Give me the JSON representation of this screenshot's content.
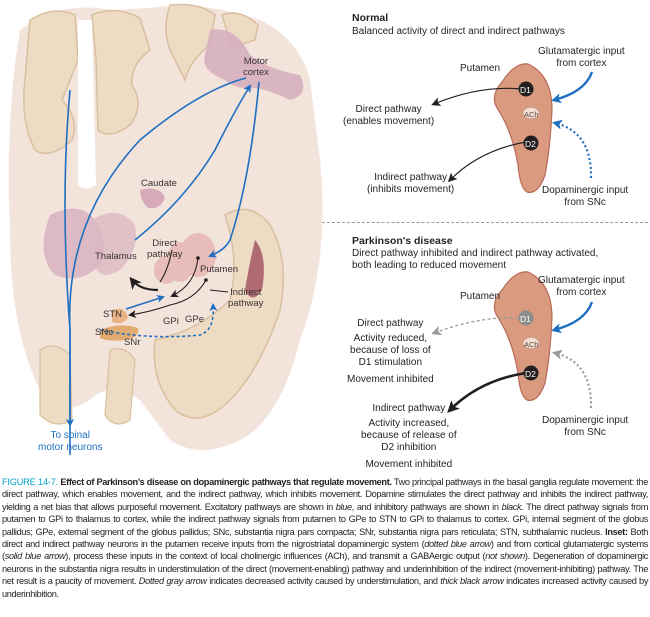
{
  "brain": {
    "labels": {
      "motor_cortex": [
        "Motor",
        "cortex"
      ],
      "caudate": "Caudate",
      "thalamus": "Thalamus",
      "direct_pathway": [
        "Direct",
        "pathway"
      ],
      "putamen": "Putamen",
      "indirect_pathway": [
        "Indirect",
        "pathway"
      ],
      "stn": "STN",
      "gpi": "GPi",
      "gpe": "GPe",
      "snc": "SNc",
      "snr": "SNr",
      "spinal": [
        "To spinal",
        "motor neurons"
      ]
    }
  },
  "inset": {
    "normal": {
      "title": "Normal",
      "subtitle": "Balanced activity of direct and indirect pathways",
      "putamen": "Putamen",
      "d1": "D1",
      "d2": "D2",
      "ach": "ACh",
      "glutamatergic": [
        "Glutamatergic input",
        "from cortex"
      ],
      "dopaminergic": [
        "Dopaminergic input",
        "from SNc"
      ],
      "direct": [
        "Direct pathway",
        "(enables movement)"
      ],
      "indirect": [
        "Indirect pathway",
        "(inhibits movement)"
      ]
    },
    "parkinsons": {
      "title": "Parkinson's disease",
      "subtitle": [
        "Direct pathway inhibited and indirect pathway activated,",
        "both leading to reduced movement"
      ],
      "putamen": "Putamen",
      "d1": "D1",
      "d2": "D2",
      "ach": "ACh",
      "glutamatergic": [
        "Glutamatergic input",
        "from cortex"
      ],
      "dopaminergic": [
        "Dopaminergic input",
        "from SNc"
      ],
      "direct_title": "Direct pathway",
      "direct_detail": [
        "Activity reduced,",
        "because of loss of",
        "D1 stimulation"
      ],
      "direct_result": "Movement inhibited",
      "indirect_title": "Indirect pathway",
      "indirect_detail": [
        "Activity increased,",
        "because of release of",
        "D2 inhibition"
      ],
      "indirect_result": "Movement inhibited"
    }
  },
  "caption": {
    "figure_label": "FIGURE 14-7.",
    "title": "Effect of Parkinson’s disease on dopaminergic pathways that regulate movement.",
    "p1": "Two principal pathways in the basal ganglia regulate movement: the direct pathway, which enables movement, and the indirect pathway, which inhibits movement. Dopamine stimulates the direct pathway and inhibits the indirect pathway, yielding a net bias that allows purposeful movement. Excitatory pathways are shown in",
    "blue": "blue",
    "p2": ", and inhibitory pathways are shown in",
    "black": "black.",
    "p3": "The direct pathway signals from putamen to GPi to thalamus to cortex, while the indirect pathway signals from putamen to GPe to STN to GPi to thalamus to cortex. GPi, internal segment of the globus pallidus; GPe, external segment of the globus pallidus; SNc, substantia nigra pars compacta; SNr, substantia nigra pars reticulata; STN, subthalamic nucleus.",
    "inset_label": "Inset:",
    "p4": "Both direct and indirect pathway neurons in the putamen receive inputs from the nigrostriatal dopaminergic system (",
    "dotted_blue": "dotted blue arrow",
    "p5": ") and from cortical glutamatergic systems (",
    "solid_blue": "solid blue arrow",
    "p6": "), process these inputs in the context of local cholinergic influences (ACh), and transmit a GABAergic output (",
    "not_shown": "not shown",
    "p7": "). Degeneration of dopaminergic neurons in the substantia nigra results in understimulation of the direct (movement-enabling) pathway and underinhibition of the indirect (movement-inhibiting) pathway. The net result is a paucity of movement.",
    "dotted_gray": "Dotted gray arrow",
    "p8": "indicates decreased activity caused by understimulation, and",
    "thick_black": "thick black arrow",
    "p9": "indicates increased activity caused by underinhibition."
  },
  "colors": {
    "blue": "#1f6fc0",
    "putamen_fill": "#d99a80",
    "putamen_stroke": "#b86a55",
    "figure_label": "#00a1c9",
    "gray_arrow": "#9a9a9a"
  }
}
